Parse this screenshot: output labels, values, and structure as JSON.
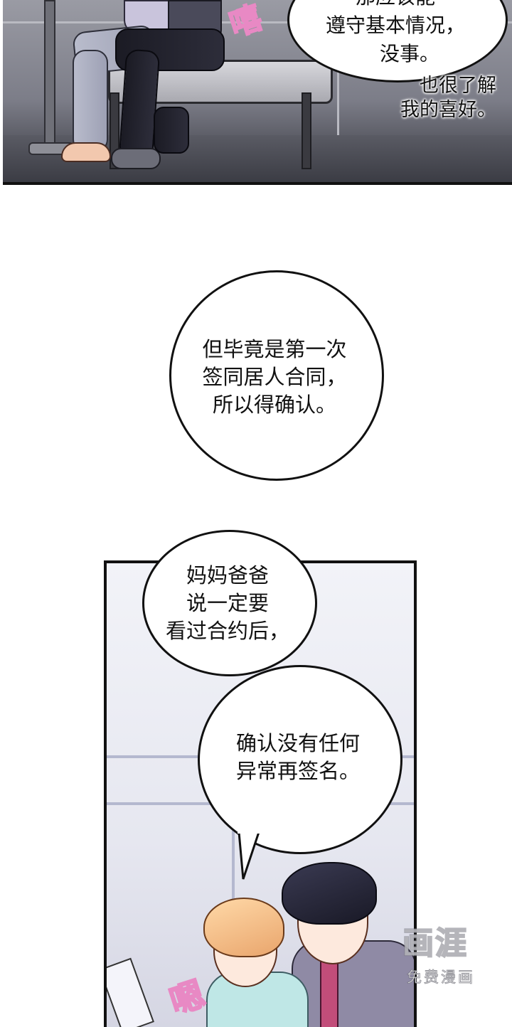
{
  "top_panel": {
    "bubble_lines": [
      "那应该能",
      "遵守基本情况，",
      "没事。"
    ],
    "tail_lines": [
      "也很了解",
      "我的喜好。"
    ],
    "sfx": "嘻"
  },
  "middle_bubble": {
    "text": "但毕竟是第一次\n签同居人合同，\n所以得确认。"
  },
  "bottom_panel": {
    "bubble_upper": "妈妈爸爸\n说一定要\n看过合约后，",
    "bubble_lower": "确认没有任何\n异常再签名。",
    "sfx": "嗯"
  },
  "watermark": {
    "logo": "画涯",
    "sub": "免费漫画"
  }
}
